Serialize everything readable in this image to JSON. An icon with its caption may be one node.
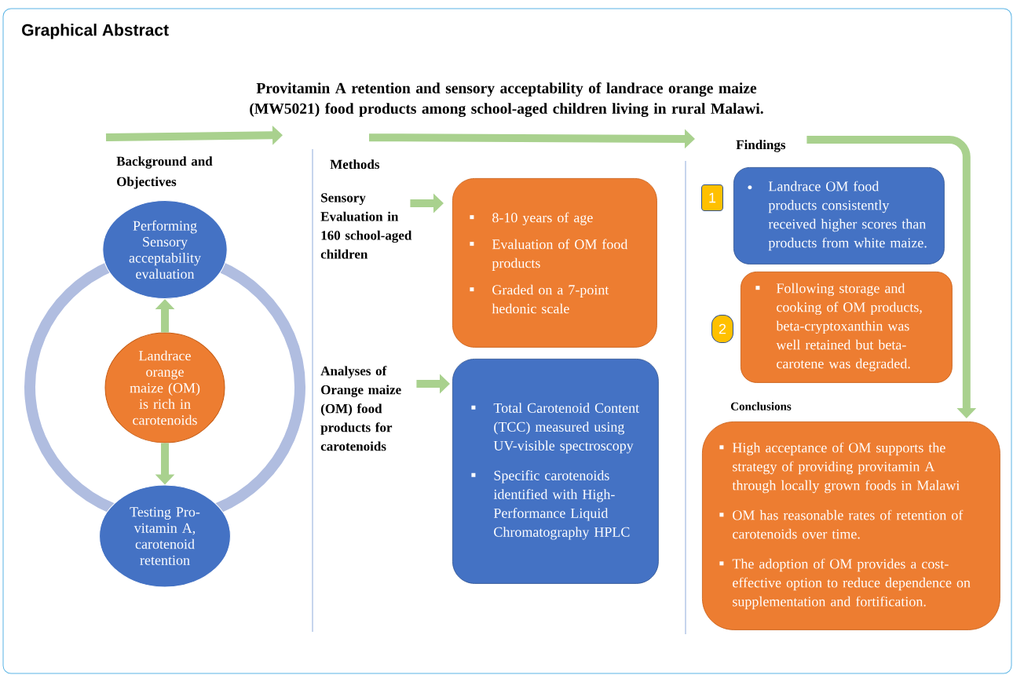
{
  "diagram": {
    "title": "Provitamin A retention and sensory acceptability of landrace orange maize (MW5021) food products among school-aged children living in rural Malawi.",
    "nodes": [
      {
        "text": [
          "Background and Objectives"
        ]
      },
      {
        "text": [
          "Performing Sensory acceptability evaluation"
        ]
      },
      {
        "text": [
          "Landrace orange maize (OM) is rich in carotenoids"
        ]
      },
      {
        "text": [
          "Testing Pro-vitamin A, carotenoid retention"
        ]
      },
      {
        "text": [
          "Methods"
        ]
      },
      {
        "text": [
          "Sensory Evaluation in 160 school-aged children"
        ]
      },
      {
        "text": [
          "8-10 years of age",
          "Evaluation of OM food products",
          "Graded on a 7-point hedonic scale"
        ]
      },
      {
        "text": [
          "Analyses of Orange maize (OM) food products for carotenoids"
        ]
      },
      {
        "text": [
          "Total Carotenoid Content (TCC) measured using UV-visible spectroscopy",
          "Specific carotenoids identified with High-Performance Liquid Chromatography HPLC"
        ]
      },
      {
        "text": [
          "Findings"
        ]
      },
      {
        "text": [
          "1"
        ]
      },
      {
        "text": [
          "Landrace OM food products consistently received higher scores than products from white maize."
        ]
      },
      {
        "text": [
          "2"
        ]
      },
      {
        "text": [
          "Following storage and cooking of OM products, beta-cryptoxanthin was well retained but beta-carotene was degraded."
        ]
      },
      {
        "text": [
          "Conclusions"
        ]
      },
      {
        "text": [
          "High acceptance of OM supports the strategy of providing provitamin A through locally grown foods in Malawi",
          "OM has reasonable rates of retention of carotenoids over time.",
          "The adoption of OM provides a cost-effective option to reduce dependence on supplementation and fortification."
        ]
      }
    ],
    "edges": [
      {
        "from": 0,
        "to": 4,
        "arrow": "to"
      },
      {
        "from": 4,
        "to": 9,
        "arrow": "to"
      },
      {
        "from": 9,
        "to": 15,
        "arrow": "to"
      },
      {
        "from": 2,
        "to": 1,
        "arrow": "to"
      },
      {
        "from": 2,
        "to": 3,
        "arrow": "to"
      },
      {
        "from": 5,
        "to": 6,
        "arrow": "to"
      },
      {
        "from": 7,
        "to": 8,
        "arrow": "to"
      }
    ],
    "labels": [
      "Graphical Abstract"
    ]
  }
}
